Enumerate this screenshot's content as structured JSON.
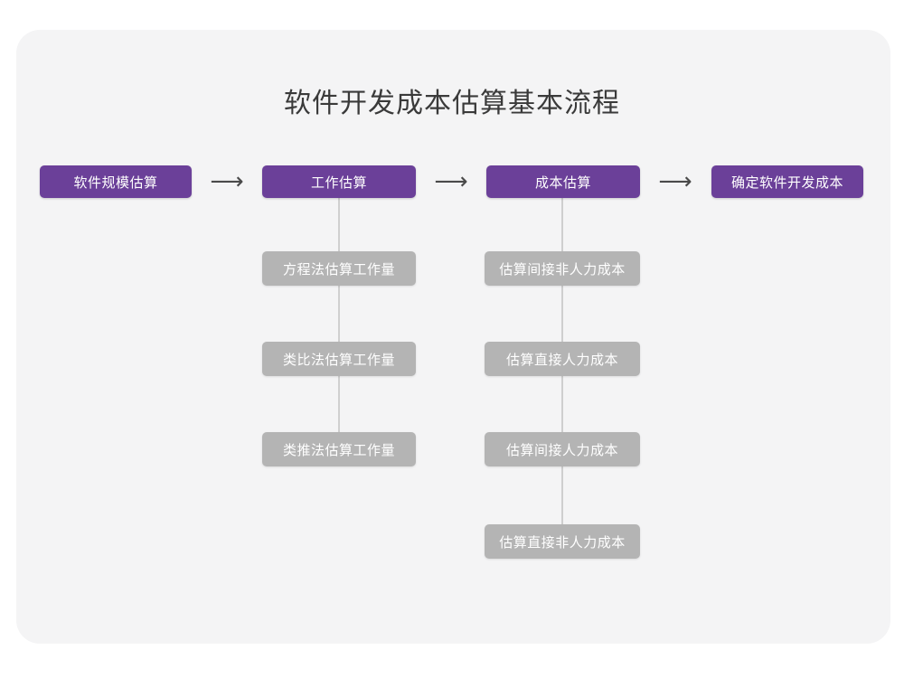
{
  "title": "软件开发成本估算基本流程",
  "colors": {
    "page_background": "#ffffff",
    "card_background": "#f4f4f5",
    "primary_node": "#6b4099",
    "sub_node": "#b4b4b4",
    "title_text": "#3a3a3a",
    "node_text": "#ffffff",
    "connector_line": "#cfcfcf",
    "arrow": "#4a4a4a"
  },
  "arrows": {
    "glyph": "⟶",
    "name": "right-arrow"
  },
  "flow": {
    "stages": [
      {
        "id": "stage-1",
        "label": "软件规模估算",
        "substeps": []
      },
      {
        "id": "stage-2",
        "label": "工作估算",
        "substeps": [
          {
            "label": "方程法估算工作量"
          },
          {
            "label": "类比法估算工作量"
          },
          {
            "label": "类推法估算工作量"
          }
        ]
      },
      {
        "id": "stage-3",
        "label": "成本估算",
        "substeps": [
          {
            "label": "估算间接非人力成本"
          },
          {
            "label": "估算直接人力成本"
          },
          {
            "label": "估算间接人力成本"
          },
          {
            "label": "估算直接非人力成本"
          }
        ]
      },
      {
        "id": "stage-4",
        "label": "确定软件开发成本",
        "substeps": []
      }
    ]
  },
  "chart_data": {
    "type": "diagram",
    "title": "软件开发成本估算基本流程",
    "diagram_kind": "horizontal flowchart with vertical sub-step branches",
    "nodes": [
      {
        "level": 1,
        "column": 1,
        "text": "软件规模估算",
        "style": "purple"
      },
      {
        "level": 1,
        "column": 2,
        "text": "工作估算",
        "style": "purple"
      },
      {
        "level": 1,
        "column": 3,
        "text": "成本估算",
        "style": "purple"
      },
      {
        "level": 1,
        "column": 4,
        "text": "确定软件开发成本",
        "style": "purple"
      },
      {
        "level": 2,
        "column": 2,
        "text": "方程法估算工作量",
        "style": "gray"
      },
      {
        "level": 2,
        "column": 2,
        "text": "类比法估算工作量",
        "style": "gray"
      },
      {
        "level": 2,
        "column": 2,
        "text": "类推法估算工作量",
        "style": "gray"
      },
      {
        "level": 2,
        "column": 3,
        "text": "估算间接非人力成本",
        "style": "gray"
      },
      {
        "level": 2,
        "column": 3,
        "text": "估算直接人力成本",
        "style": "gray"
      },
      {
        "level": 2,
        "column": 3,
        "text": "估算间接人力成本",
        "style": "gray"
      },
      {
        "level": 2,
        "column": 3,
        "text": "估算直接非人力成本",
        "style": "gray"
      }
    ],
    "edges": [
      {
        "from": "软件规模估算",
        "to": "工作估算",
        "kind": "arrow-right"
      },
      {
        "from": "工作估算",
        "to": "成本估算",
        "kind": "arrow-right"
      },
      {
        "from": "成本估算",
        "to": "确定软件开发成本",
        "kind": "arrow-right"
      },
      {
        "from": "工作估算",
        "to": "方程法估算工作量",
        "kind": "line-down"
      },
      {
        "from": "工作估算",
        "to": "类比法估算工作量",
        "kind": "line-down"
      },
      {
        "from": "工作估算",
        "to": "类推法估算工作量",
        "kind": "line-down"
      },
      {
        "from": "成本估算",
        "to": "估算间接非人力成本",
        "kind": "line-down"
      },
      {
        "from": "成本估算",
        "to": "估算直接人力成本",
        "kind": "line-down"
      },
      {
        "from": "成本估算",
        "to": "估算间接人力成本",
        "kind": "line-down"
      },
      {
        "from": "成本估算",
        "to": "估算直接非人力成本",
        "kind": "line-down"
      }
    ]
  }
}
